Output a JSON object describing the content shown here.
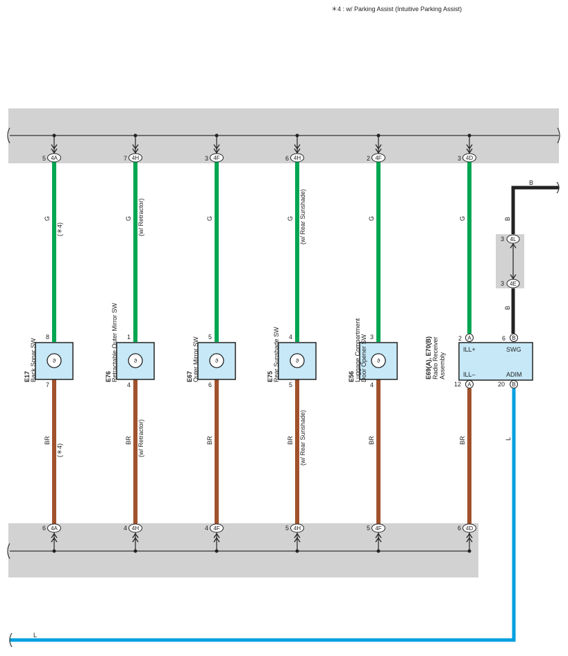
{
  "note": "＊4 : w/ Parking Assist (Intuitive Parking Assist)",
  "colors": {
    "band": "#d2d2d2",
    "wire_green": "#00a651",
    "wire_brown": "#a0522d",
    "wire_blue": "#00a0e0",
    "wire_black": "#222222",
    "component_fill": "#c6e8f7"
  },
  "icon_names": [
    "switch-lamp-icon",
    "connector-pin-icon",
    "wire-break-icon"
  ],
  "top_connectors": [
    {
      "pin": "5",
      "connector": "4A"
    },
    {
      "pin": "7",
      "connector": "4H"
    },
    {
      "pin": "3",
      "connector": "4F"
    },
    {
      "pin": "6",
      "connector": "4H"
    },
    {
      "pin": "2",
      "connector": "4F"
    },
    {
      "pin": "3",
      "connector": "4D"
    }
  ],
  "bottom_connectors": [
    {
      "pin": "6",
      "connector": "4A"
    },
    {
      "pin": "4",
      "connector": "4H"
    },
    {
      "pin": "4",
      "connector": "4F"
    },
    {
      "pin": "5",
      "connector": "4H"
    },
    {
      "pin": "5",
      "connector": "4F"
    },
    {
      "pin": "6",
      "connector": "4D"
    }
  ],
  "upper_wires": [
    {
      "color_code": "G",
      "note": "(＊4)"
    },
    {
      "color_code": "G",
      "note": "(w/ Retractor)"
    },
    {
      "color_code": "G",
      "note": ""
    },
    {
      "color_code": "G",
      "note": "(w/ Rear Sunshade)"
    },
    {
      "color_code": "G",
      "note": ""
    },
    {
      "color_code": "G",
      "note": ""
    }
  ],
  "lower_wires": [
    {
      "color_code": "BR",
      "note": "(＊4)"
    },
    {
      "color_code": "BR",
      "note": "(w/ Retractor)"
    },
    {
      "color_code": "BR",
      "note": ""
    },
    {
      "color_code": "BR",
      "note": "(w/ Rear Sunshade)"
    },
    {
      "color_code": "BR",
      "note": ""
    },
    {
      "color_code": "BR",
      "note": ""
    }
  ],
  "switches": [
    {
      "code": "E17",
      "name_line1": "Back Sonar SW",
      "name_line2": "",
      "top_pin": "8",
      "bottom_pin": "7"
    },
    {
      "code": "E76",
      "name_line1": "Retractable Outer Mirror SW",
      "name_line2": "",
      "top_pin": "1",
      "bottom_pin": "4"
    },
    {
      "code": "E67",
      "name_line1": "Outer Mirror SW",
      "name_line2": "",
      "top_pin": "5",
      "bottom_pin": "6"
    },
    {
      "code": "E75",
      "name_line1": "Rear Sunshade SW",
      "name_line2": "",
      "top_pin": "4",
      "bottom_pin": "5"
    },
    {
      "code": "E56",
      "name_line1": "Luggage Compartment",
      "name_line2": "Door Opener SW",
      "top_pin": "3",
      "bottom_pin": "4"
    }
  ],
  "radio": {
    "code": "E69(A), E70(B)",
    "name_line1": "Radio Receiver",
    "name_line2": "Assembly",
    "ill_plus": "ILL+",
    "ill_minus": "ILL–",
    "swg": "SWG",
    "adim": "ADIM",
    "ill_plus_pin": "2",
    "ill_plus_conn": "A",
    "swg_pin": "6",
    "swg_conn": "B",
    "ill_minus_pin": "12",
    "ill_minus_conn": "A",
    "adim_pin": "20",
    "adim_conn": "B"
  },
  "black_wire": {
    "top_label": "B",
    "upper_label": "B",
    "lower_label": "B",
    "conn_top_pin": "3",
    "conn_top": "4L",
    "conn_bottom_pin": "3",
    "conn_bottom": "4E"
  },
  "blue_wire": {
    "vertical_label": "L",
    "bottom_label": "L"
  }
}
